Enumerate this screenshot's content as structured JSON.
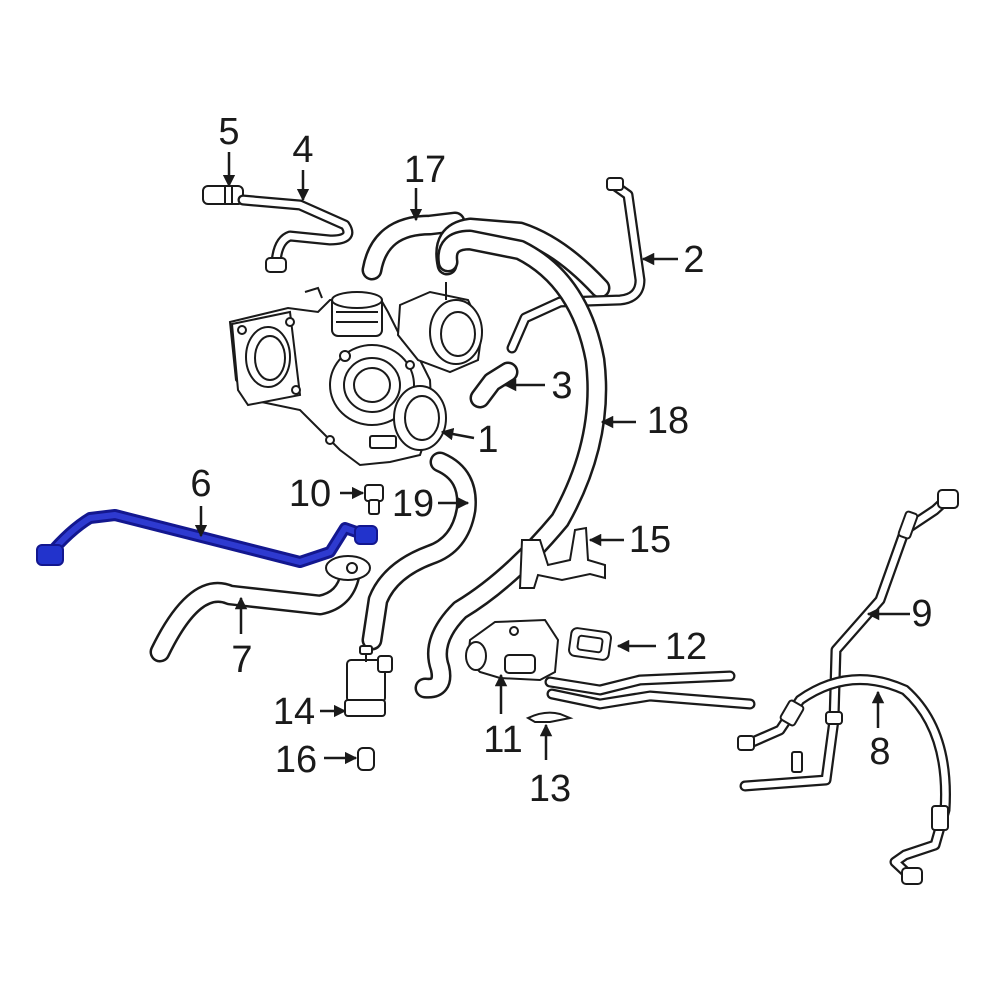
{
  "diagram": {
    "highlight_color": "#2233cc",
    "line_color": "#1a1a1a",
    "background": "#ffffff",
    "callouts": {
      "c1": "1",
      "c2": "2",
      "c3": "3",
      "c4": "4",
      "c5": "5",
      "c6": "6",
      "c7": "7",
      "c8": "8",
      "c9": "9",
      "c10": "10",
      "c11": "11",
      "c12": "12",
      "c13": "13",
      "c14": "14",
      "c15": "15",
      "c16": "16",
      "c17": "17",
      "c18": "18",
      "c19": "19"
    },
    "highlighted_part": "6"
  }
}
